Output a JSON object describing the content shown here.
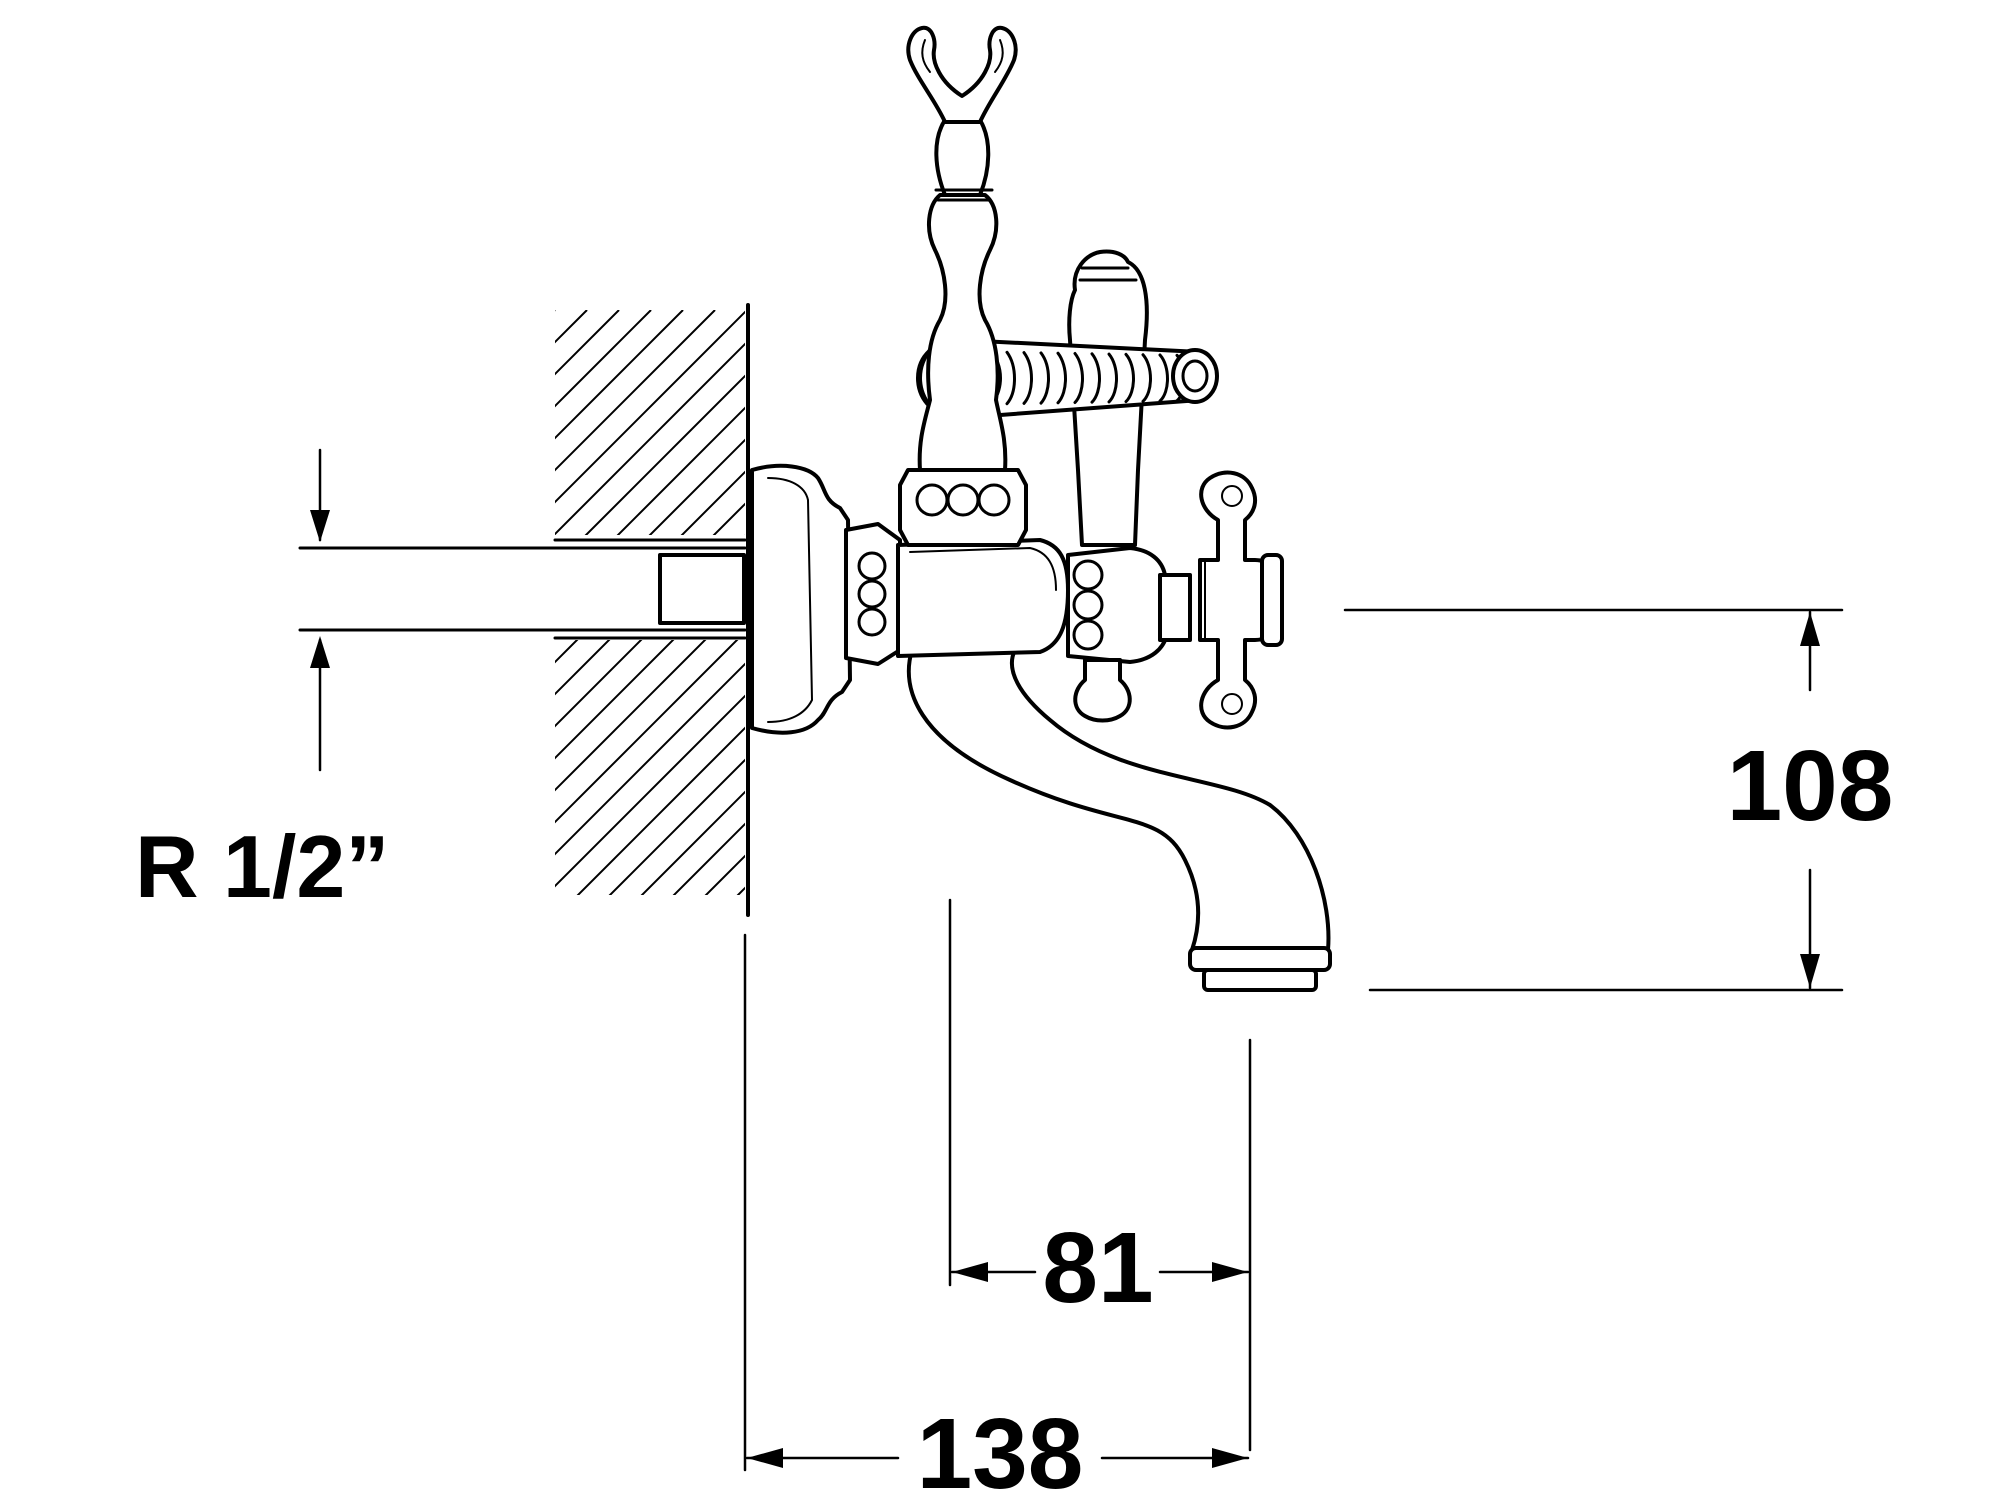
{
  "diagram": {
    "pipe_thread_label": "R 1/2”",
    "dimensions": {
      "wall_to_spout": "138",
      "body_to_spout": "81",
      "height_axis_to_spout": "108"
    },
    "colors": {
      "line": "#000000",
      "background": "#ffffff"
    }
  }
}
